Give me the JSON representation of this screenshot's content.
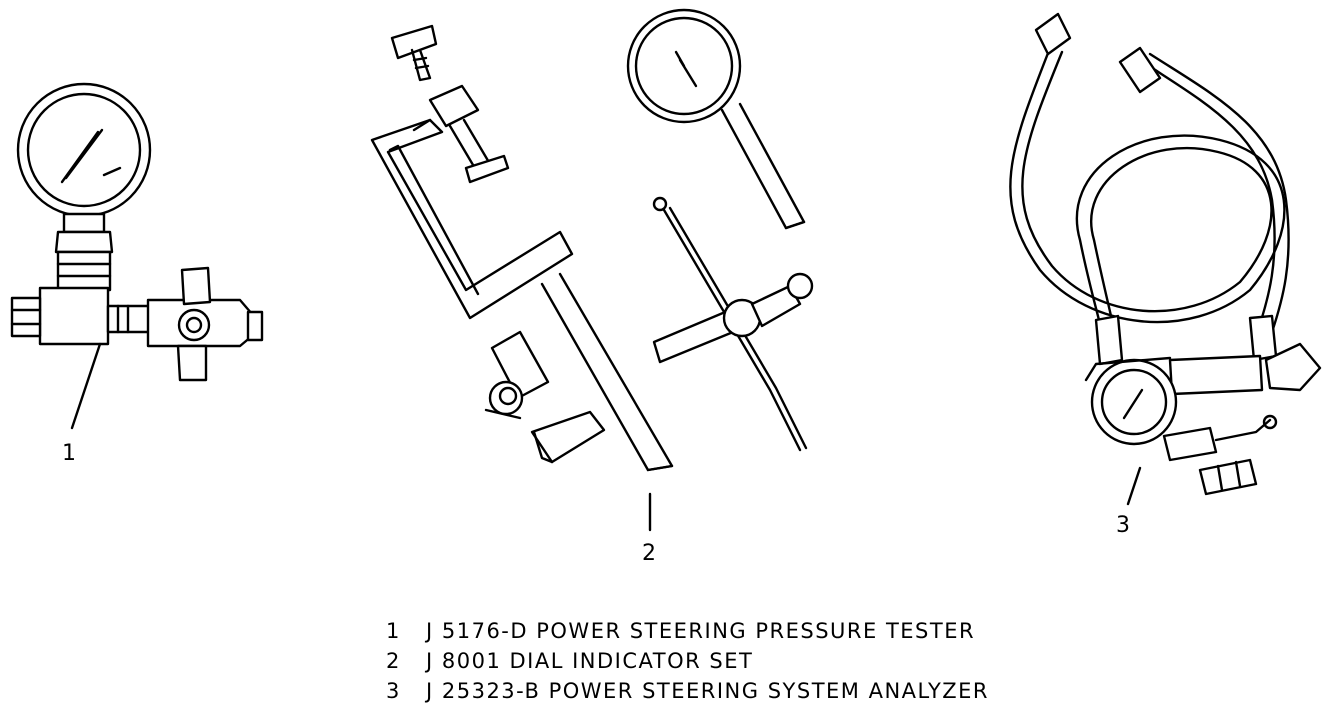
{
  "callouts": {
    "c1": "1",
    "c2": "2",
    "c3": "3"
  },
  "legend": [
    {
      "num": "1",
      "text": "J 5176-D POWER STEERING PRESSURE TESTER"
    },
    {
      "num": "2",
      "text": "J 8001 DIAL INDICATOR SET"
    },
    {
      "num": "3",
      "text": "J 25323-B POWER STEERING SYSTEM ANALYZER"
    }
  ],
  "colors": {
    "ink": "#000000",
    "paper": "#ffffff"
  }
}
